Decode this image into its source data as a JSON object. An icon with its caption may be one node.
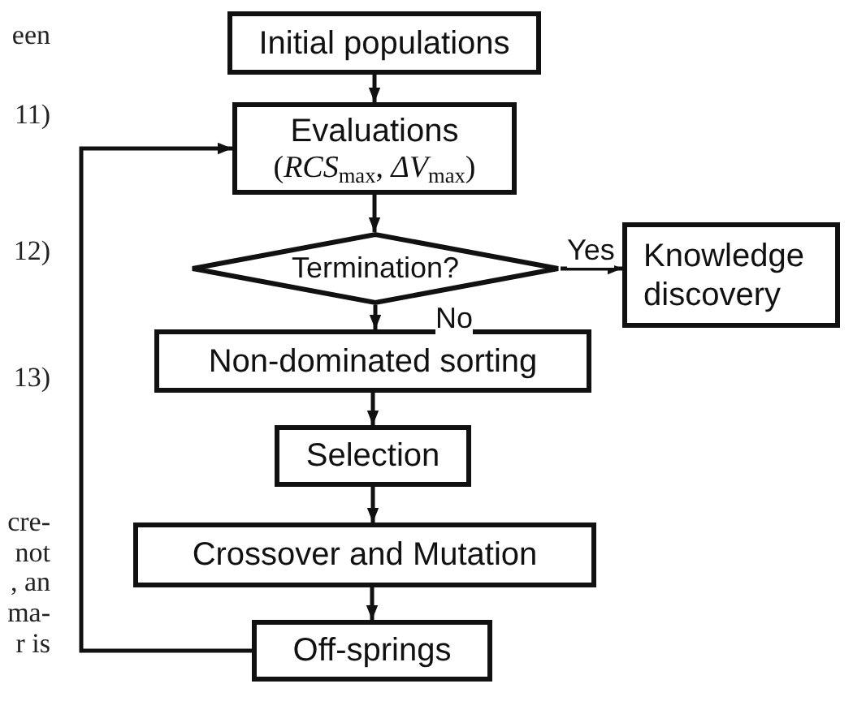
{
  "diagram": {
    "nodes": [
      {
        "text": [
          "Initial populations"
        ]
      },
      {
        "text": [
          "Evaluations",
          "(*RCS*$_{max}$, *ΔV*$_{max}$)"
        ]
      },
      {
        "text": [
          "Termination?"
        ]
      },
      {
        "text": [
          "Knowledge discovery"
        ]
      },
      {
        "text": [
          "Non-dominated sorting"
        ]
      },
      {
        "text": [
          "Selection"
        ]
      },
      {
        "text": [
          "Crossover and Mutation"
        ]
      },
      {
        "text": [
          "Off-springs"
        ]
      }
    ],
    "edges": [
      {
        "from": 0,
        "to": 1,
        "arrow": "to"
      },
      {
        "from": 1,
        "to": 2,
        "arrow": "to"
      },
      {
        "from": 2,
        "to": 3,
        "arrow": "to",
        "label": "Yes"
      },
      {
        "from": 2,
        "to": 4,
        "arrow": "to",
        "label": "No"
      },
      {
        "from": 4,
        "to": 5,
        "arrow": "to"
      },
      {
        "from": 5,
        "to": 6,
        "arrow": "to"
      },
      {
        "from": 6,
        "to": 7,
        "arrow": "to"
      },
      {
        "from": 7,
        "to": 1,
        "arrow": "to"
      }
    ],
    "labels": [
      "een",
      "11)",
      "12)",
      "13)",
      "cre-",
      "not",
      ", an",
      "ma-",
      "r is"
    ]
  }
}
